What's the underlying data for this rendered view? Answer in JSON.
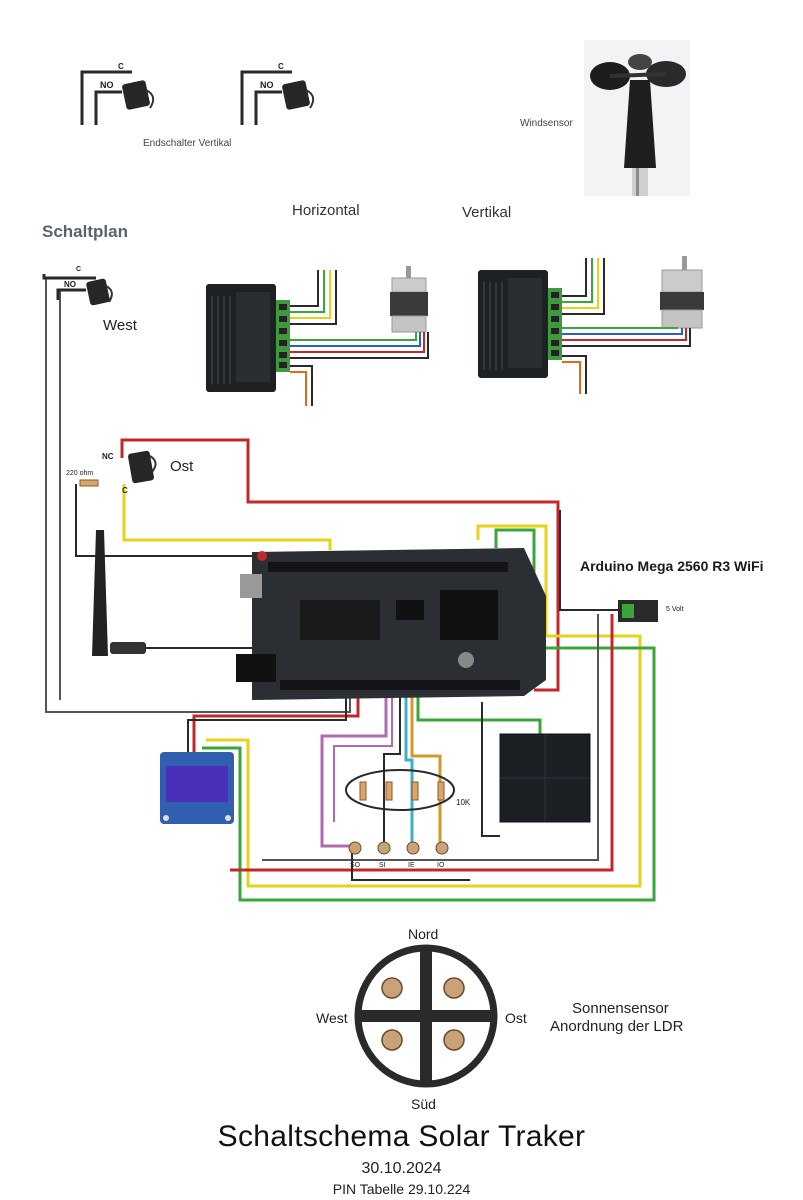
{
  "labels": {
    "endschalter": "Endschalter Vertikal",
    "windsensor": "Windsensor",
    "horizontal": "Horizontal",
    "vertikal": "Vertikal",
    "schaltplan": "Schaltplan",
    "west_switch": "West",
    "ost_switch": "Ost",
    "resistor_220": "220 ohm",
    "arduino": "Arduino Mega 2560 R3 WiFi",
    "power_jack": "5 Volt",
    "resistor_10k": "10K",
    "ldr_labels": [
      "SO",
      "SI",
      "IE",
      "IO"
    ],
    "switch_no": "NO",
    "switch_c": "C",
    "switch_nc": "NC"
  },
  "compass": {
    "nord": "Nord",
    "sued": "Süd",
    "west": "West",
    "ost": "Ost"
  },
  "sonnensensor": {
    "line1": "Sonnensensor",
    "line2": "Anordnung der LDR"
  },
  "footer": {
    "title": "Schaltschema Solar Traker",
    "date": "30.10.2024",
    "pin_table": "PIN Tabelle 29.10.224"
  },
  "colors": {
    "wire_red": "#c0282b",
    "wire_yellow": "#e6d21a",
    "wire_green": "#3aa63a",
    "wire_black": "#2a2a2a",
    "wire_blue": "#2b5fc0",
    "wire_purple": "#b06ab0",
    "wire_cyan": "#3cb0c8",
    "wire_orange": "#e06a1a",
    "pcb": "#2b2f33",
    "driver": "#1e2124",
    "oled_screen": "#4a2fb8"
  }
}
